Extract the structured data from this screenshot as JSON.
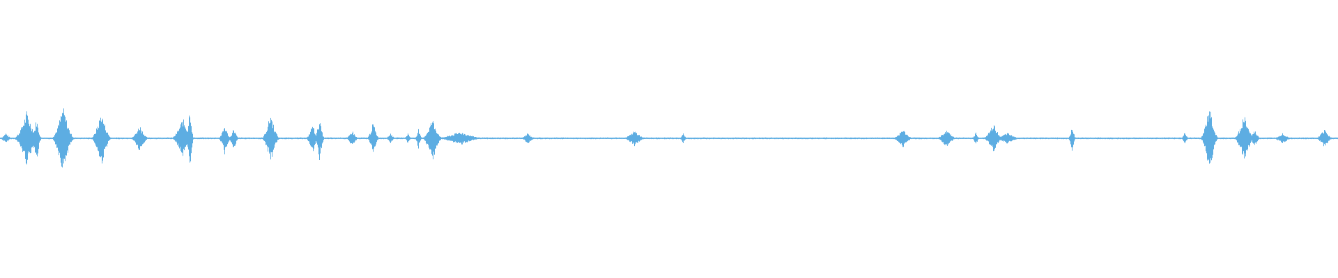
{
  "waveform": {
    "color": "#5dade2",
    "background": "#ffffff",
    "shape": "mirrored-amplitude-envelope",
    "axis": "horizontal-centerline",
    "labels": "none"
  }
}
